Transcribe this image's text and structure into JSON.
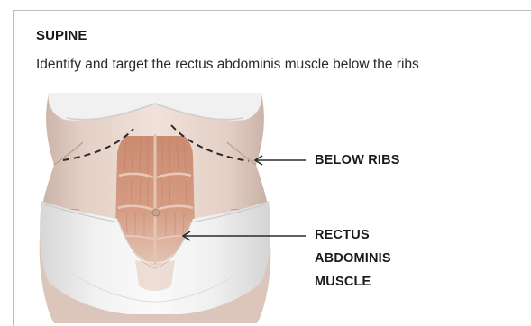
{
  "section": {
    "heading": "SUPINE",
    "instruction": "Identify and target the rectus abdominis muscle below the ribs"
  },
  "figure": {
    "icon": "abdomen-illustration-icon",
    "labels": {
      "below_ribs": "BELOW RIBS",
      "rectus_line_1": "RECTUS",
      "rectus_line_2": "ABDOMINIS",
      "rectus_line_3": "MUSCLE"
    }
  },
  "colors": {
    "skin": "#e9d8cf",
    "muscle": "#c98a70",
    "garment": "#eeeeee",
    "guide_line": "#2a2a2a"
  }
}
